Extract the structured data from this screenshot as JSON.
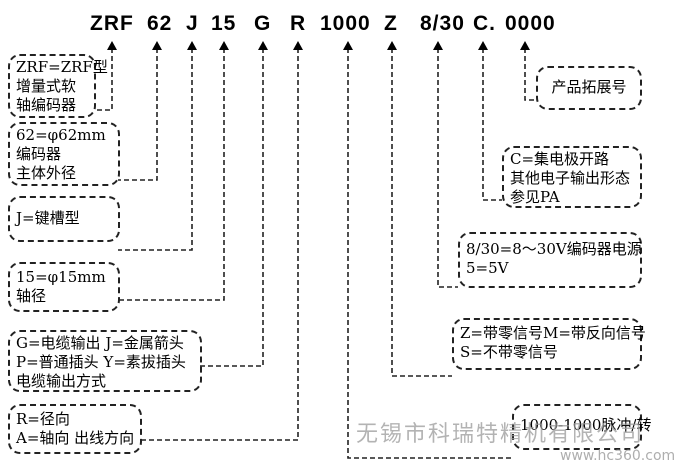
{
  "code": {
    "segments": [
      "ZRF",
      "62",
      "J",
      "15",
      "G",
      "R",
      "1000",
      "Z",
      "8/30",
      "C.",
      "0000"
    ]
  },
  "boxes": {
    "zrf": [
      "ZRF=ZRF型",
      "增量式软",
      "轴编码器"
    ],
    "dia62": [
      "62=φ62mm",
      "编码器",
      "主体外径"
    ],
    "keyway": [
      "J=键槽型"
    ],
    "shaft15": [
      "15=φ15mm",
      "轴径"
    ],
    "connector": [
      "G=电缆输出   J=金属箭头",
      "P=普通插头  Y=素拔插头",
      "电缆输出方式"
    ],
    "outlet": [
      "R=径向",
      "A=轴向  出线方向"
    ],
    "ext": [
      "产品拓展号"
    ],
    "output": [
      "C=集电极开路",
      "其他电子输出形态",
      "参见PA"
    ],
    "voltage": [
      "8/30=8～30V编码器电源",
      "5=5V"
    ],
    "zero": [
      "Z=带零信号M=带反向信号",
      "S=不带零信号"
    ],
    "ppr": [
      "1000-1000脉冲/转"
    ]
  },
  "watermark": {
    "text": "无锡市科瑞特精机有限公司",
    "site": "www.hc360.com"
  },
  "colors": {
    "line": "#222222",
    "watermark": "#9a9a9a"
  }
}
